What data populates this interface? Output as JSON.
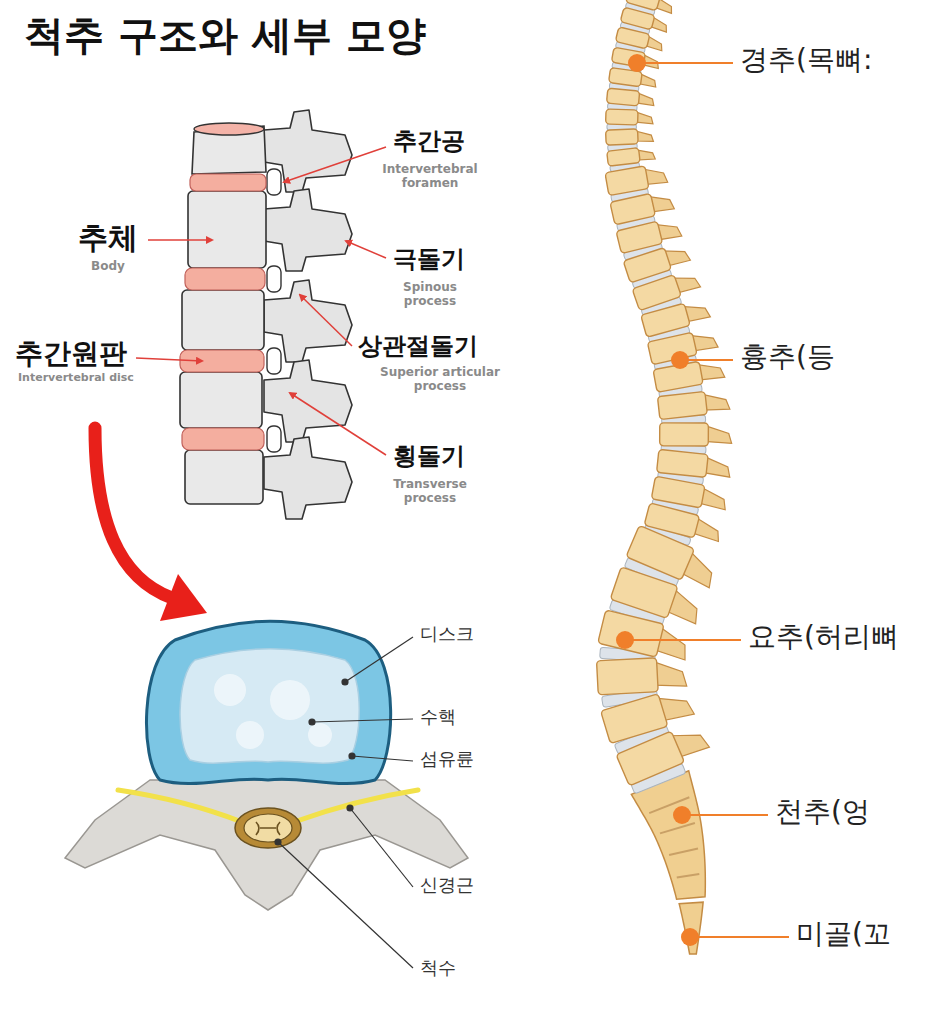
{
  "diagram": {
    "title": "척추 구조와 세부 모양",
    "labels": [
      "추간공",
      "Intervertebral foramen",
      "추체",
      "Body",
      "극돌기",
      "Spinous process",
      "추간원판",
      "Intervertebral disc",
      "상관절돌기",
      "Superior articular process",
      "횡돌기",
      "Transverse process",
      "디스크",
      "수핵",
      "섬유륜",
      "신경근",
      "척수",
      "경추(목뼈:",
      "흉추(등",
      "요추(허리뼈",
      "천추(엉",
      "미골(꼬"
    ]
  }
}
